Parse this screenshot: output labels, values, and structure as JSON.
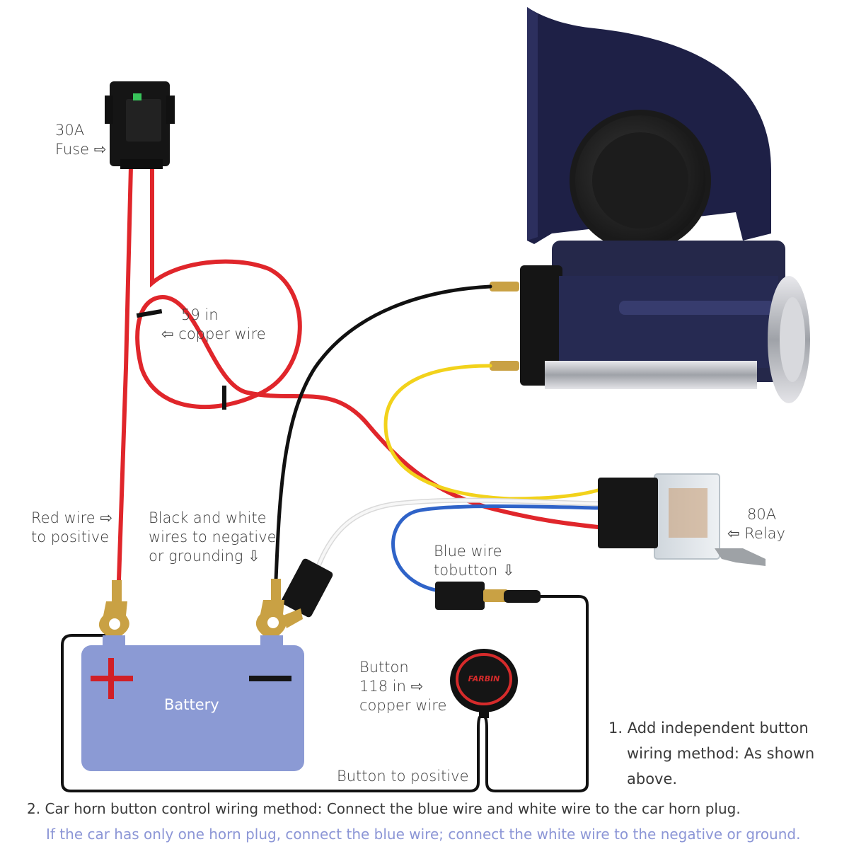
{
  "labels": {
    "fuse": [
      "30A",
      "Fuse ⇨"
    ],
    "copper_wire": [
      "59 in",
      "⇦ copper wire"
    ],
    "red_wire": [
      "Red wire ⇨",
      "to positive"
    ],
    "black_white": [
      "Black and white",
      "wires to negative",
      "or grounding  ⇩"
    ],
    "relay": [
      "80A",
      "⇦ Relay"
    ],
    "blue_wire": [
      "Blue wire",
      "tobutton  ⇩"
    ],
    "button": [
      "Button",
      "118 in       ⇨",
      "copper wire"
    ],
    "battery": "Battery",
    "button_positive": "Button to positive",
    "button_brand": "FARBIN"
  },
  "notes": {
    "note1": [
      "1.  Add independent button",
      "wiring method: As shown",
      "above."
    ],
    "note2": "2.  Car horn button control wiring method: Connect the blue wire and white wire to the car horn plug.",
    "note3": "If the car has only one horn plug, connect the blue wire; connect the white wire to the negative or ground."
  },
  "colors": {
    "red_wire": "#e0262b",
    "black_wire": "#111111",
    "yellow_wire": "#f2d21b",
    "blue_wire": "#2f63c8",
    "white_wire": "#f2f2f2",
    "battery": "#8b9ad4",
    "horn_body": "#1f2140",
    "plus_sign": "#d11f26"
  }
}
